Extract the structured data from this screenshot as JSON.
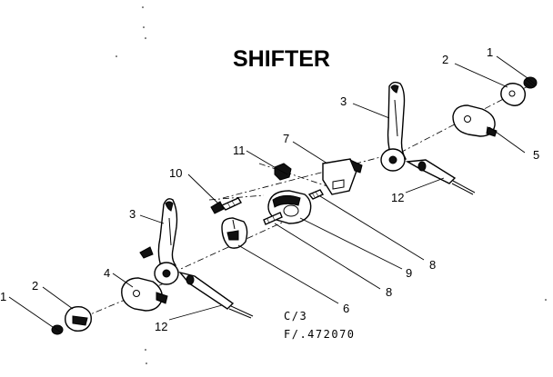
{
  "title": "SHIFTER",
  "reference": {
    "line1": "C/3",
    "line2": "F/.472070"
  },
  "callouts": {
    "c1_right": "1",
    "c2_right": "2",
    "c3_right": "3",
    "c5": "5",
    "c12_right": "12",
    "c7": "7",
    "c11": "11",
    "c10": "10",
    "c8_upper": "8",
    "c9": "9",
    "c8_lower": "8",
    "c6": "6",
    "c3_left": "3",
    "c4": "4",
    "c2_left": "2",
    "c1_left": "1",
    "c12_left": "12"
  },
  "colors": {
    "ink": "#000000",
    "paper": "#ffffff"
  }
}
